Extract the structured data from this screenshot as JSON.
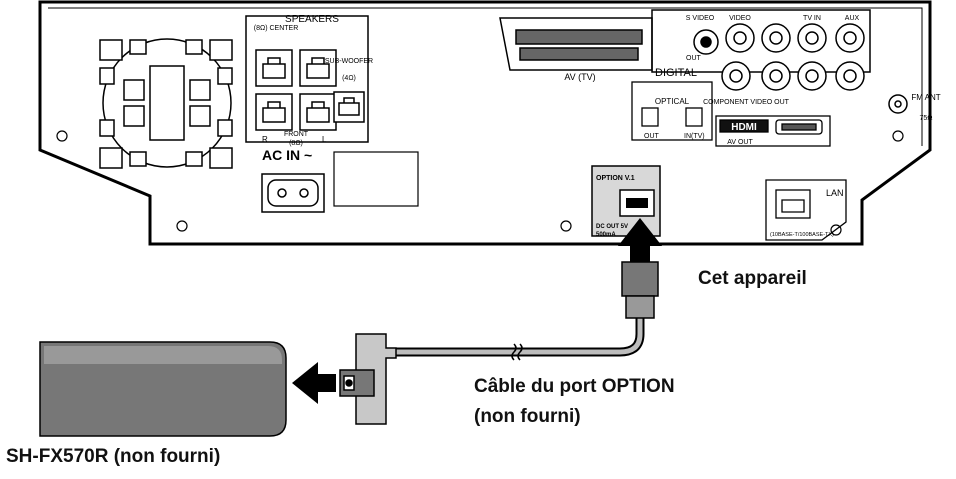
{
  "panel": {
    "speakers_title": "SPEAKERS",
    "center_label": "(8Ω) CENTER",
    "subwoofer_label": "SUB-WOOFER",
    "subwoofer_ohm": "(4Ω)",
    "front_label": "FRONT",
    "front_ohm": "(8Ω)",
    "front_r": "R",
    "front_l": "L",
    "ac_in_label": "AC IN ~",
    "av_tv_label": "AV (TV)",
    "svideo_label": "S VIDEO",
    "video_label": "VIDEO",
    "out_label": "OUT",
    "tvin_label": "TV IN",
    "aux_label": "AUX",
    "digital_label": "DIGITAL",
    "optical_label": "OPTICAL",
    "component_label": "COMPONENT VIDEO OUT",
    "optical_out": "OUT",
    "optical_in": "IN(TV)",
    "hdmi_label": "HDMI",
    "avout_label": "AV OUT",
    "fm_label": "FM ANT",
    "fm_ohm": "75Ω",
    "option_label": "OPTION V.1",
    "dc_out_label": "DC OUT 5V",
    "dc_out_current": "500mA",
    "lan_label": "LAN",
    "lan_spec": "(10BASE-T/100BASE-TX)"
  },
  "labels": {
    "device": "Cet appareil",
    "cable_line1": "Câble du port OPTION",
    "cable_line2": "(non fourni)",
    "accessory": "SH-FX570R (non fourni)"
  }
}
